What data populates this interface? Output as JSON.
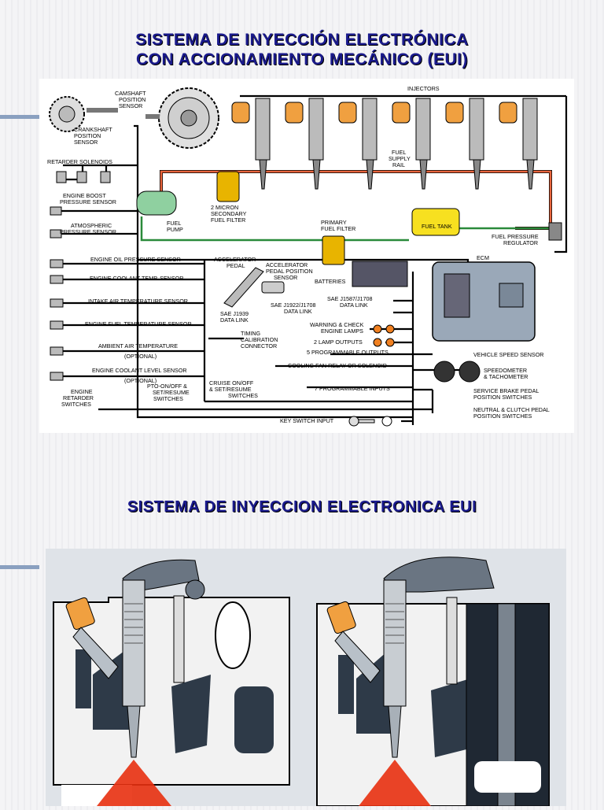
{
  "slide1": {
    "title_line1": "SISTEMA DE INYECCIÓN ELECTRÓNICA",
    "title_line2": "CON ACCIONAMIENTO MECÁNICO (EUI)"
  },
  "diagram": {
    "injectors": "INJECTORS",
    "camshaft_sensor": [
      "CAMSHAFT",
      "POSITION",
      "SENSOR"
    ],
    "crankshaft_sensor": [
      "CRANKSHAFT",
      "POSITION",
      "SENSOR"
    ],
    "retarder_solenoids": "RETARDER SOLENOIDS",
    "engine_boost": [
      "ENGINE BOOST",
      "PRESSURE SENSOR"
    ],
    "atmospheric": [
      "ATMOSPHERIC",
      "PRESSURE SENSOR"
    ],
    "fuel_supply_rail": [
      "FUEL",
      "SUPPLY",
      "RAIL"
    ],
    "secondary_filter": [
      "2 MICRON",
      "SECONDARY",
      "FUEL FILTER"
    ],
    "fuel_pump": [
      "FUEL",
      "PUMP"
    ],
    "primary_filter": [
      "PRIMARY",
      "FUEL FILTER"
    ],
    "fuel_tank": "FUEL TANK",
    "fuel_pressure_regulator": [
      "FUEL PRESSURE",
      "REGULATOR"
    ],
    "ecm": "ECM",
    "oil_pressure": "ENGINE OIL PRESSURE SENSOR",
    "coolant_temp": "ENGINE COOLANT TEMP. SENSOR",
    "intake_air": "INTAKE AIR TEMPERATURE SENSOR",
    "fuel_temp": "ENGINE FUEL TEMPERATURE SENSOR",
    "ambient_air": [
      "AMBIENT AIR TEMPERATURE",
      "(OPTIONAL)"
    ],
    "coolant_level": [
      "ENGINE COOLANT LEVEL SENSOR",
      "(OPTIONAL)"
    ],
    "accelerator_pedal": [
      "ACCELERATOR",
      "PEDAL"
    ],
    "accel_position_sensor": [
      "ACCELERATOR",
      "PEDAL POSITION",
      "SENSOR"
    ],
    "batteries": "BATTERIES",
    "sae_j1922": [
      "SAE J1922/J1708",
      "DATA LINK"
    ],
    "sae_j1587": [
      "SAE J1587/J1708",
      "DATA LINK"
    ],
    "sae_j1939": [
      "SAE J1939",
      "DATA LINK"
    ],
    "warning_lamps": [
      "WARNING & CHECK",
      "ENGINE LAMPS"
    ],
    "lamp_outputs": "2 LAMP OUTPUTS",
    "timing_connector": [
      "TIMING",
      "CALIBRATION",
      "CONNECTOR"
    ],
    "prog_outputs": "5 PROGRAMMABLE OUTPUTS",
    "cooling_fan": "COOLING FAN RELAY OR SOLENOID",
    "vehicle_speed": "VEHICLE SPEED SENSOR",
    "speedometer": [
      "SPEEDOMETER",
      "& TACHOMETER"
    ],
    "pto": [
      "PTO-ON/OFF &",
      "SET/RESUME",
      "SWITCHES"
    ],
    "cruise": [
      "CRUISE ON/OFF",
      "& SET/RESUME",
      "SWITCHES"
    ],
    "prog_inputs": "7 PROGRAMMABLE INPUTS",
    "retarder_switches": [
      "ENGINE",
      "RETARDER",
      "SWITCHES"
    ],
    "service_brake": [
      "SERVICE BRAKE PEDAL",
      "POSITION SWITCHES"
    ],
    "neutral_clutch": [
      "NEUTRAL & CLUTCH PEDAL",
      "POSITION SWITCHES"
    ],
    "key_switch": "KEY SWITCH INPUT"
  },
  "slide2": {
    "title": "SISTEMA DE INYECCION ELECTRONICA EUI"
  },
  "colors": {
    "title": "#1a1a8c",
    "fuel_line": "#e8643c",
    "fuel_green": "#2a8a3a",
    "filter_yellow": "#e8b400",
    "injector_orange": "#f0a040",
    "spray_red": "#e83010"
  }
}
